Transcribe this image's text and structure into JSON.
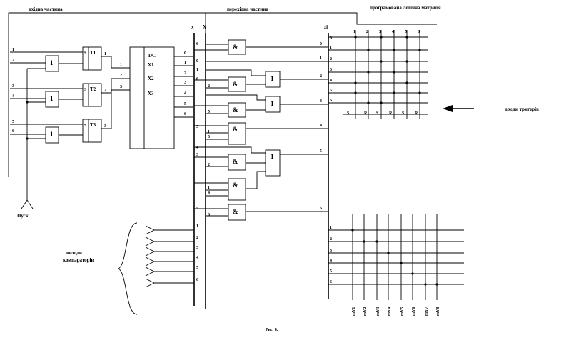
{
  "section_labels": {
    "input": "вхідна частина",
    "transition": "перехідна частина",
    "matrix": "програмована логічна матриця"
  },
  "start_label": "Пуск",
  "comparator_label": [
    "виходи",
    "компараторів"
  ],
  "trigger_inputs_label": "входи тригерів",
  "figure_caption": "Рис. 8.",
  "bus_labels": {
    "x_left": "x",
    "X_right": "X",
    "z_bus": "zi"
  },
  "triggers": [
    {
      "s": "S",
      "name": "T1",
      "out": "1"
    },
    {
      "s": "S",
      "name": "T2",
      "out": "2"
    },
    {
      "s": "S",
      "name": "T3",
      "out": "3"
    }
  ],
  "input_pins": [
    "1",
    "2",
    "3",
    "4",
    "5",
    "6"
  ],
  "decoder": {
    "title": "DC",
    "inputs": [
      "X1",
      "X2",
      "X3"
    ],
    "in_nums": [
      "1",
      "2",
      "3"
    ],
    "out_nums": [
      "0",
      "1",
      "2",
      "3",
      "4",
      "5",
      "6"
    ]
  },
  "gate_and": "&",
  "gate_or": "1",
  "trans_left_nums": [
    "6",
    "0",
    "1",
    "6",
    "2",
    "5",
    "3",
    "1",
    "3",
    "4",
    "3",
    "2",
    "1",
    "4",
    "5",
    "6"
  ],
  "trans_right_nums": [
    "0",
    "1",
    "2",
    "3",
    "4",
    "5",
    "6"
  ],
  "matrix_top_cols": [
    "1",
    "2",
    "3",
    "4",
    "5",
    "6"
  ],
  "matrix_top_rows": [
    "0",
    "1",
    "2",
    "3",
    "4",
    "5",
    "6"
  ],
  "matrix_bottom_cols": [
    "S",
    "R",
    "S",
    "R",
    "S",
    "R"
  ],
  "comparator_nums": [
    "1",
    "2",
    "3",
    "4",
    "5",
    "6"
  ],
  "bottom_rows": [
    "1",
    "2",
    "3",
    "4",
    "5",
    "6"
  ],
  "bottom_cols": [
    "mY1",
    "mY2",
    "mY3",
    "mY4",
    "mY5",
    "mY6",
    "mY7",
    "mY8"
  ]
}
